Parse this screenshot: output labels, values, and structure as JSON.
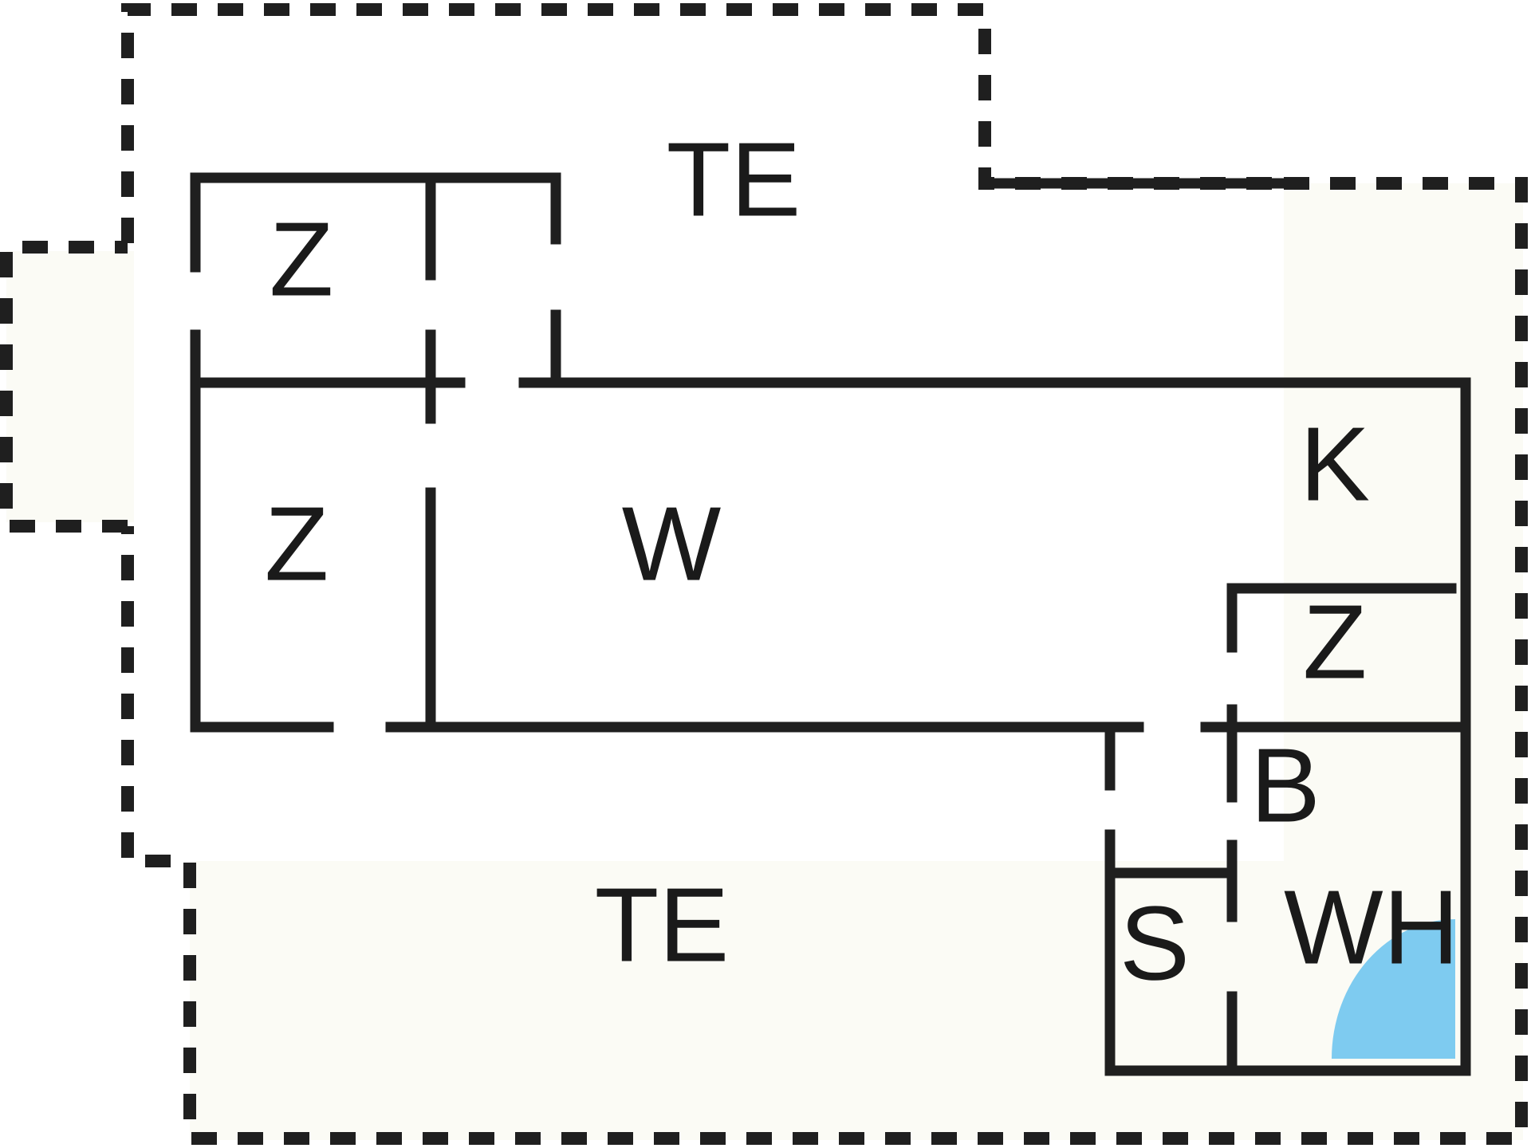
{
  "plan": {
    "labels": {
      "terrace_top": "TE",
      "room_z_top": "Z",
      "room_z_middle": "Z",
      "room_w": "W",
      "room_k": "K",
      "room_z_right": "Z",
      "room_b": "B",
      "terrace_bottom": "TE",
      "room_s": "S",
      "room_wh": "WH"
    },
    "colors": {
      "wall": "#1f1f1f",
      "terrace_fill": "#fbfbf5",
      "bath_fixture": "#7ecbf0"
    }
  }
}
